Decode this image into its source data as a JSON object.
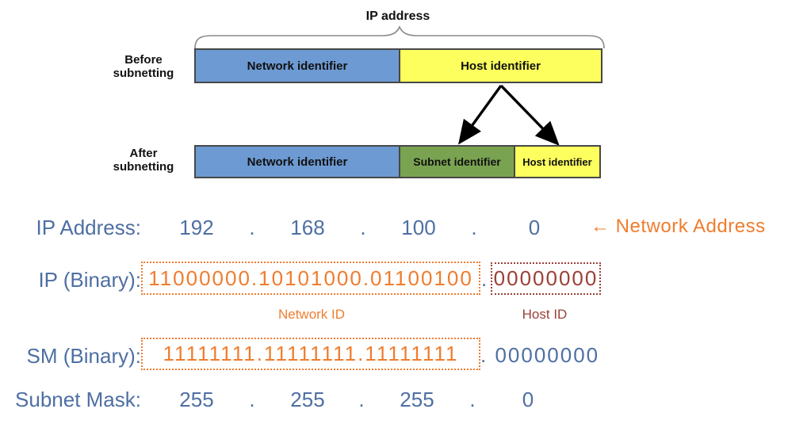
{
  "colors": {
    "bar_blue": "#6d9ad3",
    "bar_yellow": "#fcff5d",
    "bar_green": "#7aa351",
    "bar_border": "#474747",
    "text_blue": "#4e6fa3",
    "text_orange": "#ef7d2f",
    "text_maroon": "#9b4038"
  },
  "diagram": {
    "title": "IP address",
    "before": {
      "label_line1": "Before",
      "label_line2": "subnetting",
      "segments": [
        {
          "label": "Network identifier",
          "color": "#6d9ad3"
        },
        {
          "label": "Host identifier",
          "color": "#fcff5d"
        }
      ]
    },
    "after": {
      "label_line1": "After",
      "label_line2": "subnetting",
      "segments": [
        {
          "label": "Network identifier",
          "color": "#6d9ad3"
        },
        {
          "label": "Subnet identifier",
          "color": "#7aa351"
        },
        {
          "label": "Host identifier",
          "color": "#fcff5d"
        }
      ]
    }
  },
  "rows": {
    "ip_address": {
      "label": "IP Address:",
      "octets": [
        "192",
        "168",
        "100",
        "0"
      ],
      "separator": ".",
      "arrow": "←",
      "note": "Network Address"
    },
    "ip_binary": {
      "label": "IP (Binary):",
      "network_bits": "11000000.10101000.01100100",
      "separator": ".",
      "host_bits": "00000000"
    },
    "ids": {
      "network": "Network ID",
      "host": "Host ID"
    },
    "sm_binary": {
      "label": "SM (Binary):",
      "network_bits": "11111111.11111111.11111111",
      "host_bits": ". 00000000"
    },
    "subnet_mask": {
      "label": "Subnet Mask:",
      "octets": [
        "255",
        "255",
        "255",
        "0"
      ],
      "separator": "."
    }
  }
}
